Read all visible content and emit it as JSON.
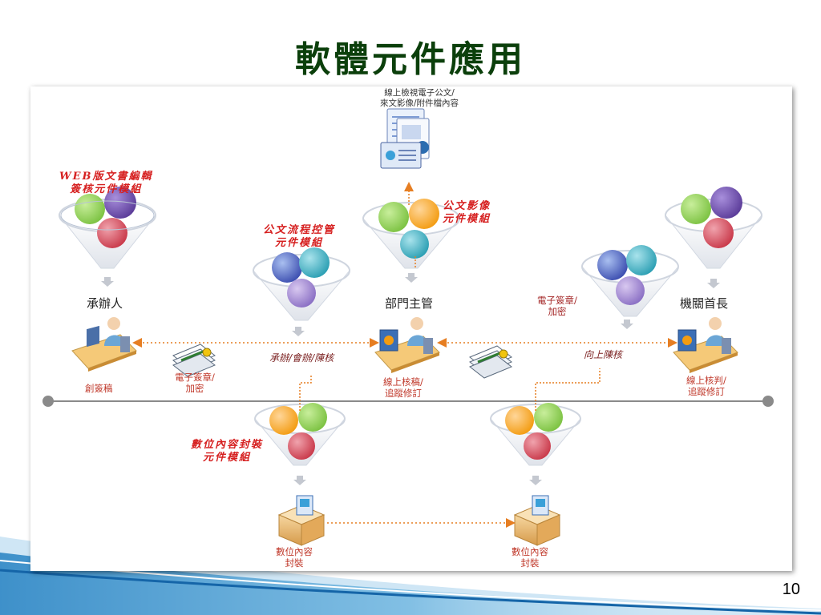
{
  "title": "軟體元件應用",
  "page_number": "10",
  "doc_view": [
    "線上檢視電子公文/",
    "來文影像/附件檔內容"
  ],
  "modules": {
    "web_editor": [
      "WEB版文書編輯",
      "簽核元件模組"
    ],
    "flow_control": [
      "公文流程控管",
      "元件模組"
    ],
    "image": [
      "公文影像",
      "元件模組"
    ],
    "packaging": [
      "數位內容封裝",
      "元件模組"
    ],
    "signature": [
      "電子簽章/",
      "加密"
    ]
  },
  "nodes": {
    "handler": "承辦人",
    "supervisor": "部門主管",
    "head": "機關首長"
  },
  "sub_labels": {
    "draft": "創簽稿",
    "sign_encrypt": [
      "電子簽章/",
      "加密"
    ],
    "review": [
      "線上核稿/",
      "追蹤修訂"
    ],
    "approve": [
      "線上核判/",
      "追蹤修訂"
    ]
  },
  "edges": {
    "handler_supervisor": "承辦/會辦/陳核",
    "supervisor_head": "向上陳核"
  },
  "packages": {
    "left": [
      "數位內容",
      "封裝"
    ],
    "right": [
      "數位內容",
      "封裝"
    ]
  },
  "colors": {
    "title": "#0b3f0b",
    "module_text": "#d62020",
    "sub_text": "#c0392b",
    "timeline": "#8a8a8a",
    "dotted": "#e67e22",
    "ball_green": "#7cc242",
    "ball_purple": "#5b3c99",
    "ball_red": "#c9394a",
    "ball_teal": "#2b9fb3",
    "ball_orange": "#f39c12",
    "ball_blue": "#3c6bc9"
  }
}
